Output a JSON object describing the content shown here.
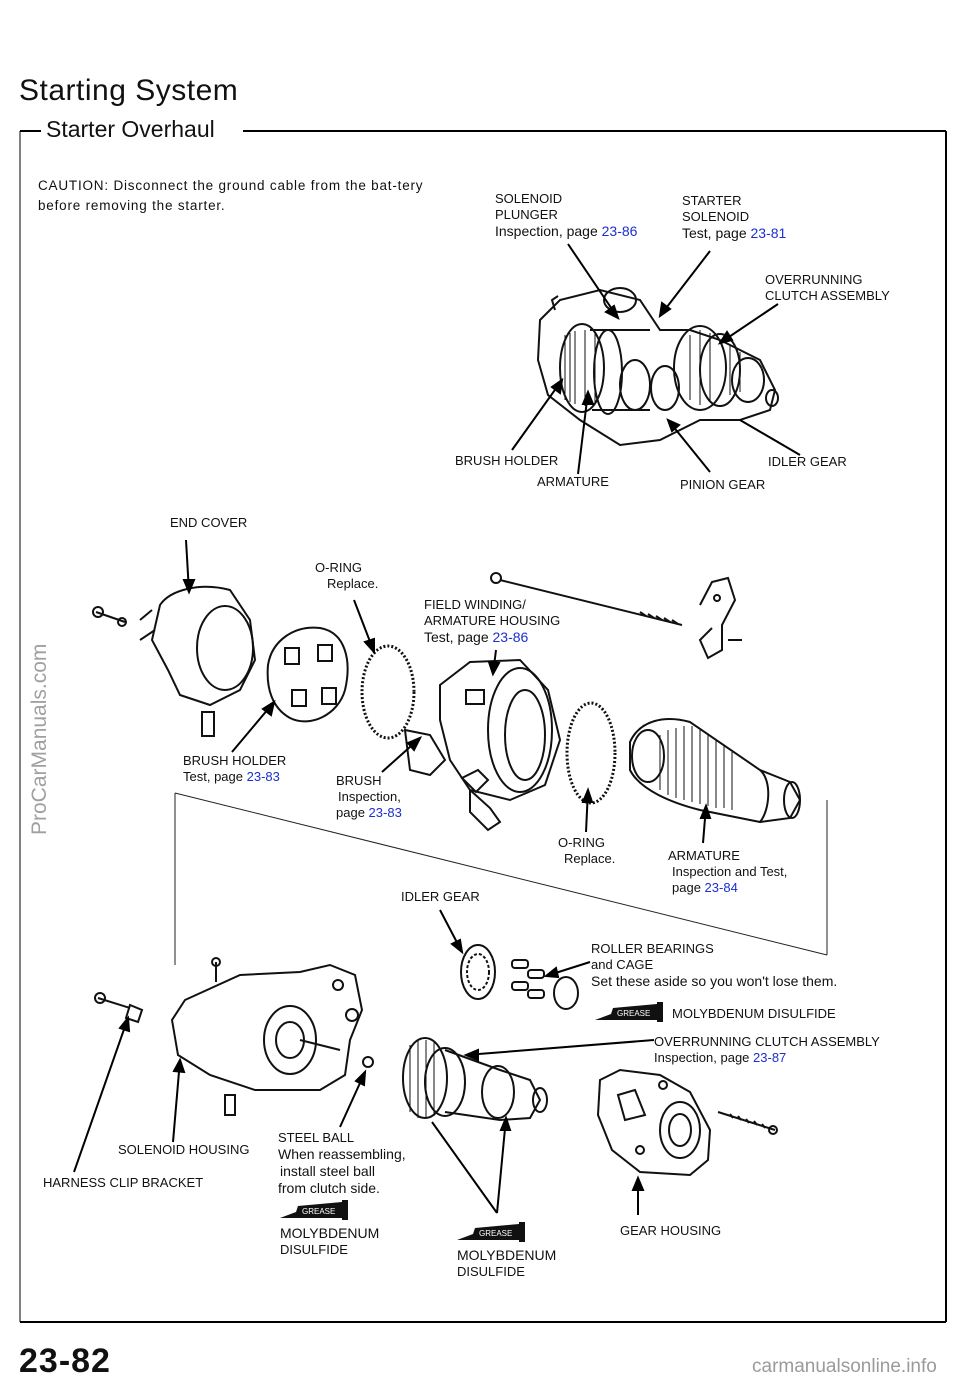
{
  "header": {
    "title": "Starting System",
    "subtitle": "Starter Overhaul"
  },
  "caution": "CAUTION: Disconnect the ground cable from the bat-tery before removing the starter.",
  "top_labels": {
    "solenoid_plunger": {
      "name1": "SOLENOID",
      "name2": "PLUNGER",
      "note": "Inspection, page",
      "ref": "23-86"
    },
    "starter_solenoid": {
      "name1": "STARTER",
      "name2": "SOLENOID",
      "note": "Test, page",
      "ref": "23-81"
    },
    "overrunning_clutch": {
      "name1": "OVERRUNNING",
      "name2": "CLUTCH ASSEMBLY"
    },
    "brush_holder": "BRUSH HOLDER",
    "armature": "ARMATURE",
    "pinion_gear": "PINION GEAR",
    "idler_gear": "IDLER GEAR"
  },
  "exploded_labels": {
    "end_cover": "END COVER",
    "oring_top": {
      "name": "O-RING",
      "note": "Replace."
    },
    "field_winding": {
      "name1": "FIELD WINDING/",
      "name2": "ARMATURE HOUSING",
      "note": "Test, page",
      "ref": "23-86"
    },
    "brush_holder": {
      "name": "BRUSH HOLDER",
      "note": "Test, page",
      "ref": "23-83"
    },
    "brush": {
      "name": "BRUSH",
      "note1": "Inspection,",
      "note2": "page",
      "ref": "23-83"
    },
    "oring_mid": {
      "name": "O-RING",
      "note": "Replace."
    },
    "armature": {
      "name": "ARMATURE",
      "note1": "Inspection and Test,",
      "note2": "page",
      "ref": "23-84"
    },
    "idler_gear": "IDLER GEAR",
    "roller_bearings": {
      "name1": "ROLLER BEARINGS",
      "name2": "and CAGE",
      "note": "Set these aside so you won't lose them."
    },
    "molybdenum_1": "MOLYBDENUM DISULFIDE",
    "overrunning_clutch": {
      "name": "OVERRUNNING CLUTCH ASSEMBLY",
      "note": "Inspection, page",
      "ref": "23-87"
    },
    "solenoid_housing": "SOLENOID HOUSING",
    "harness_clip": "HARNESS CLIP BRACKET",
    "steel_ball": {
      "name": "STEEL BALL",
      "note1": "When reassembling,",
      "note2": "install steel ball",
      "note3": "from clutch side."
    },
    "molybdenum_2": {
      "line1": "MOLYBDENUM",
      "line2": "DISULFIDE"
    },
    "molybdenum_3": {
      "line1": "MOLYBDENUM",
      "line2": "DISULFIDE"
    },
    "gear_housing": "GEAR HOUSING",
    "grease_tube_label": "GREASE"
  },
  "footer": {
    "page_number": "23-82",
    "watermark": "ProCarManuals.com",
    "site": "carmanualsonline.info"
  }
}
